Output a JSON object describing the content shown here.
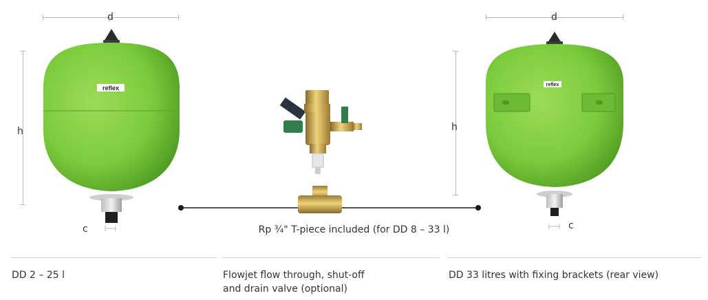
{
  "dimensions": {
    "diameter": "d",
    "height": "h",
    "connection": "c"
  },
  "logo_text": "reflex",
  "tpiece_caption": "Rp ¾\" T-piece included (for DD 8 – 33 l)",
  "captions": {
    "left": "DD 2 – 25 l",
    "middle_line1": "Flowjet flow through, shut-off",
    "middle_line2": "and drain valve (optional)",
    "right": "DD 33 litres with fixing brackets (rear view)"
  },
  "colors": {
    "vessel_green": "#7ccb3c",
    "vessel_dark": "#5aa228",
    "brass": "#c9a24a",
    "valve_handle": "#2e7d4a"
  }
}
